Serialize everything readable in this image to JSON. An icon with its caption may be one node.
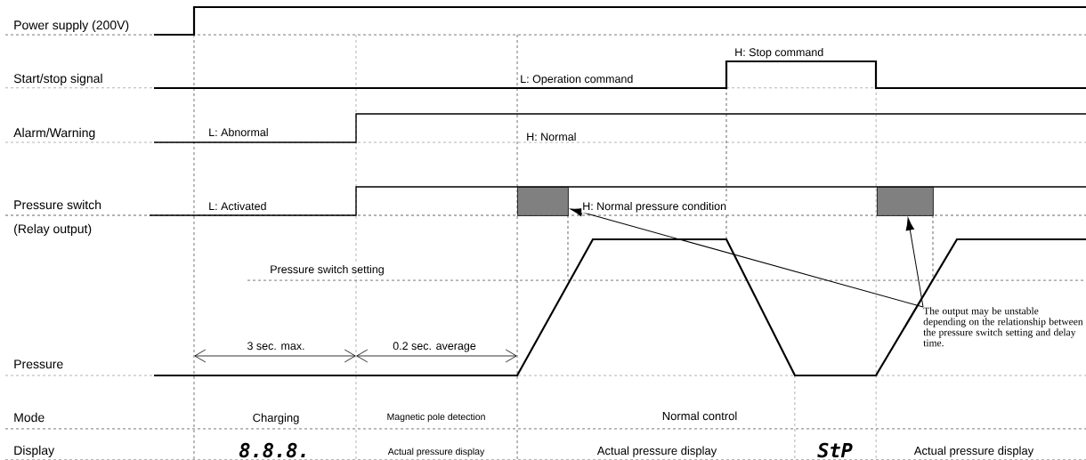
{
  "diagram": {
    "nodes": [
      {
        "text": [],
        "shape": "box"
      },
      {
        "text": [],
        "shape": "box"
      },
      {
        "text": [
          "The output may be unstable depending on the relationship between the pressure switch setting and delay time."
        ]
      }
    ],
    "edges": [
      {
        "from": 2,
        "to": 0,
        "arrow": "to"
      },
      {
        "from": 2,
        "to": 1,
        "arrow": "to"
      }
    ],
    "labels": [
      "Power supply (200V)",
      "H: Stop command",
      "Start/stop signal",
      "L: Operation command",
      "Alarm/Warning",
      "L: Abnormal",
      "H: Normal",
      "Pressure switch",
      "L: Activated",
      "H: Normal pressure condition",
      "(Relay output)",
      "Pressure switch setting",
      "3 sec. max.",
      "0.2 sec. average",
      "Pressure",
      "Mode",
      "Charging",
      "Magnetic pole detection",
      "Normal control",
      "Display",
      "8.8.8.",
      "Actual pressure display",
      "Actual pressure display",
      "StP",
      "Actual pressure display"
    ]
  }
}
